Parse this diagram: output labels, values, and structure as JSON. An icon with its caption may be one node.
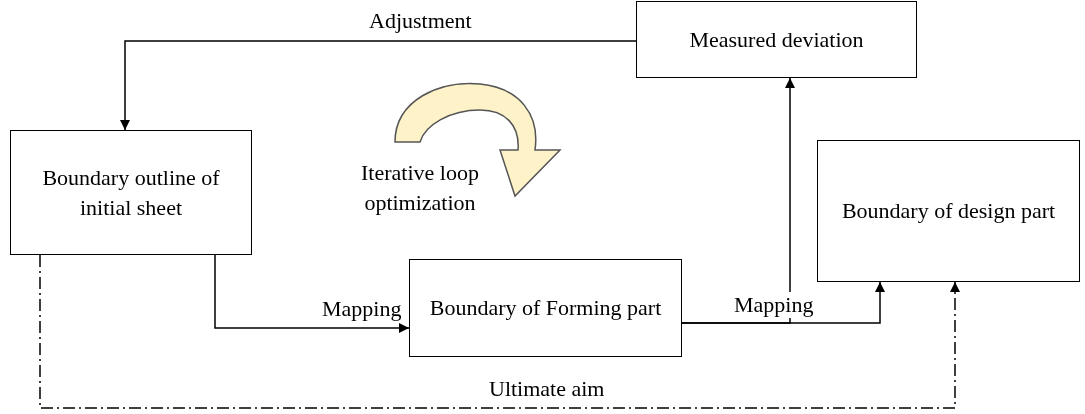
{
  "diagram": {
    "nodes": [
      {
        "text": [
          "Measured deviation"
        ]
      },
      {
        "text": [
          "Boundary outline of initial sheet"
        ]
      },
      {
        "text": [
          "Boundary of design part"
        ]
      },
      {
        "text": [
          "Boundary of Forming part"
        ]
      }
    ],
    "edges": [
      {
        "from": 0,
        "to": 1,
        "arrow": "to",
        "label": "Adjustment"
      },
      {
        "from": 1,
        "to": 3,
        "arrow": "to",
        "label": "Mapping"
      },
      {
        "from": 3,
        "to": 2,
        "arrow": "to",
        "label": "Mapping"
      },
      {
        "from": 3,
        "to": 0,
        "arrow": "to"
      },
      {
        "from": 1,
        "to": 2,
        "arrow": "to",
        "label": "Ultimate aim",
        "style": "dashed"
      }
    ],
    "labels": [
      "Iterative loop optimization"
    ]
  }
}
